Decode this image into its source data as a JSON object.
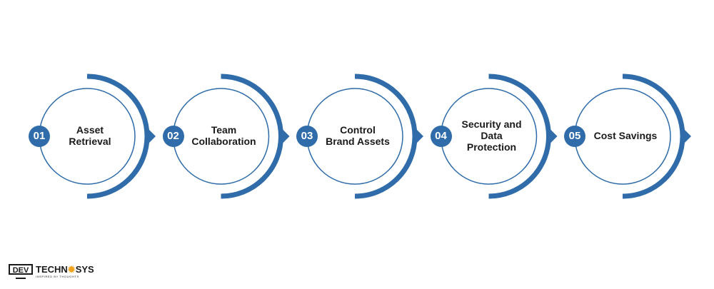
{
  "colors": {
    "accent": "#2f6ca9",
    "ring": "#2f6ca9",
    "text": "#1a1a1a",
    "logo_sun": "#f2a21b"
  },
  "steps": [
    {
      "number": "01",
      "label": "Asset\nRetrieval"
    },
    {
      "number": "02",
      "label": "Team\nCollaboration"
    },
    {
      "number": "03",
      "label": "Control\nBrand Assets"
    },
    {
      "number": "04",
      "label": "Security and\nData\nProtection"
    },
    {
      "number": "05",
      "label": "Cost Savings"
    }
  ],
  "logo": {
    "dev": "DEV",
    "techno_pre": "TECHN",
    "techno_sun": "✹",
    "techno_post": "SYS",
    "tagline": "INSPIRED BY THOUGHTS"
  }
}
